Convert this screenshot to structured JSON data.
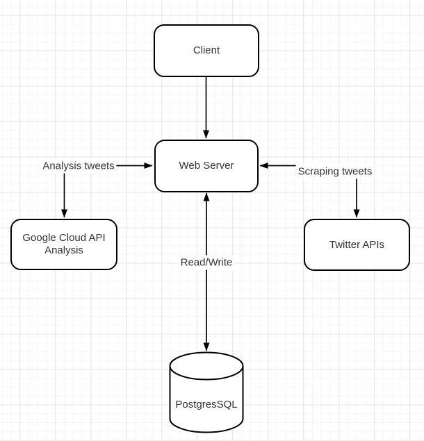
{
  "diagram": {
    "canvas": {
      "background_color": "#ffffff",
      "grid_minor_color": "#f6f6f6",
      "grid_major_color": "#e4e4e4"
    },
    "style": {
      "shape_fill": "#ffffff",
      "shape_stroke": "#000000",
      "text_color": "#333333"
    },
    "nodes": {
      "client": {
        "label": "Client",
        "shape": "rounded-rectangle"
      },
      "web_server": {
        "label": "Web Server",
        "shape": "rounded-rectangle"
      },
      "google_cloud": {
        "label": "Google Cloud API Analysis",
        "shape": "rounded-rectangle"
      },
      "twitter_apis": {
        "label": "Twitter APIs",
        "shape": "rounded-rectangle"
      },
      "postgressql": {
        "label": "PostgresSQL",
        "shape": "cylinder"
      }
    },
    "edges": {
      "client_to_web_server": {
        "label": ""
      },
      "analysis_to_web_server": {
        "label": "Analysis tweets"
      },
      "analysis_to_google_cloud": {
        "label": ""
      },
      "scraping_to_web_server": {
        "label": "Scraping tweets"
      },
      "scraping_to_twitter_apis": {
        "label": ""
      },
      "web_server_to_postgressql": {
        "label": "Read/Write"
      }
    }
  }
}
